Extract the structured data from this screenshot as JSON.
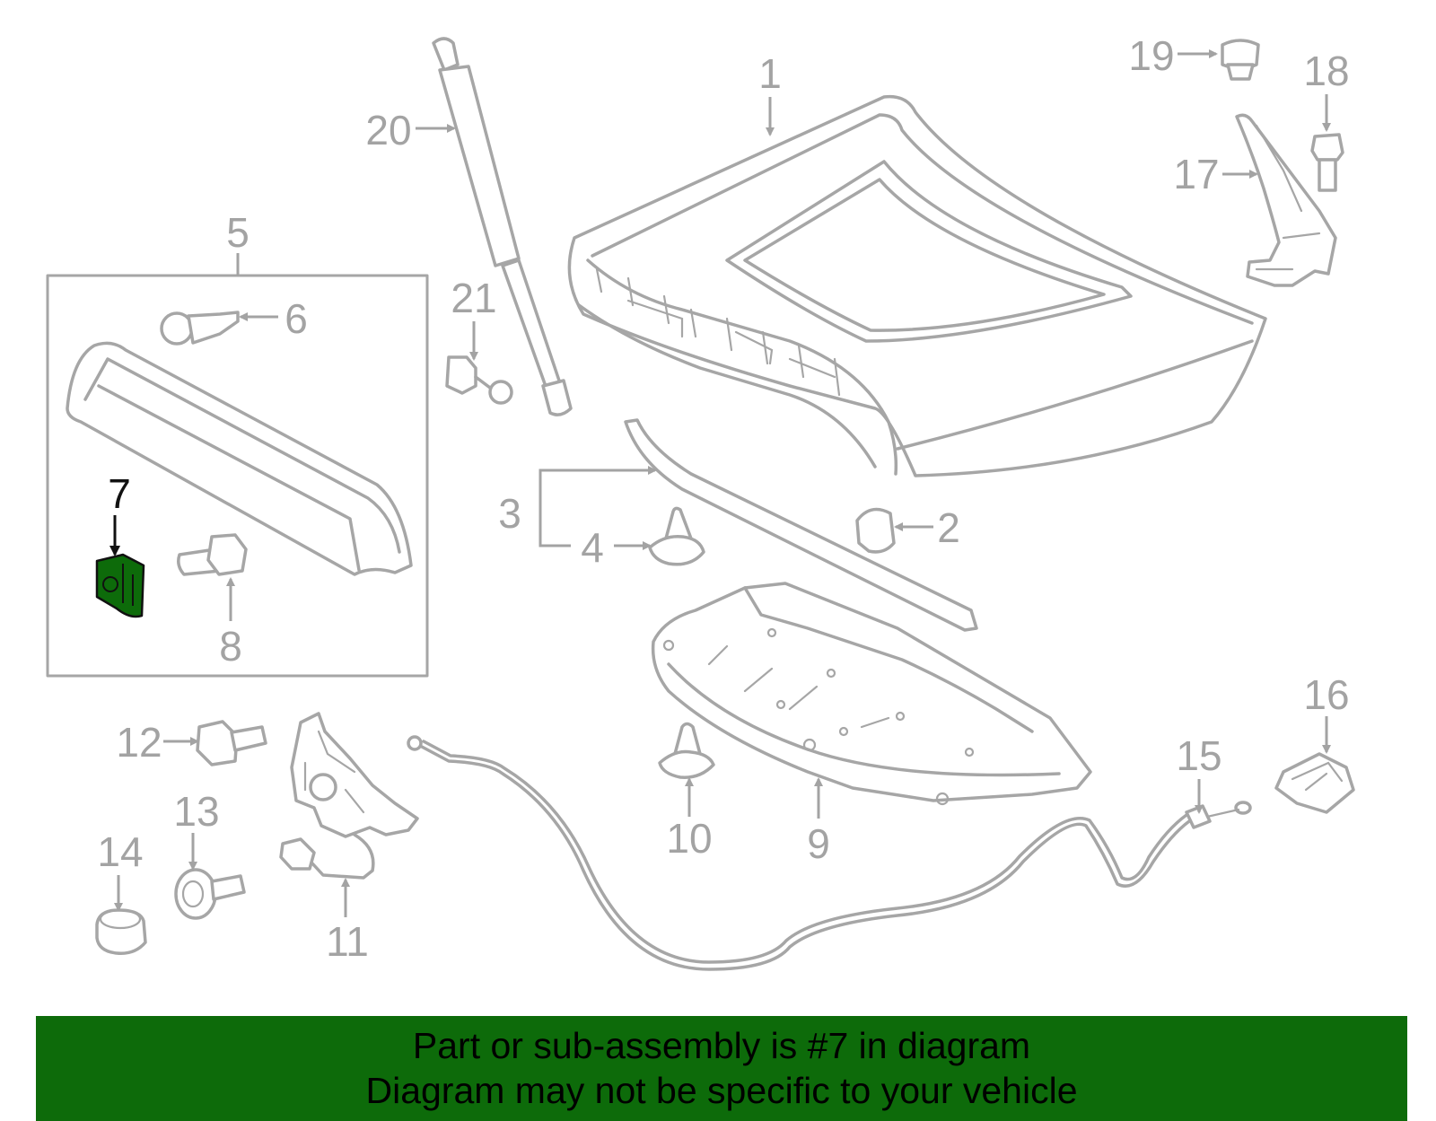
{
  "colors": {
    "banner_bg": "#0d6b0a",
    "highlight_part": "#0d6b0a",
    "line_gray": "#a6a6a6"
  },
  "diagram": {
    "highlighted_callout": "7",
    "callouts": {
      "c1": "1",
      "c2": "2",
      "c3": "3",
      "c4": "4",
      "c5": "5",
      "c6": "6",
      "c7": "7",
      "c8": "8",
      "c9": "9",
      "c10": "10",
      "c11": "11",
      "c12": "12",
      "c13": "13",
      "c14": "14",
      "c15": "15",
      "c16": "16",
      "c17": "17",
      "c18": "18",
      "c19": "19",
      "c20": "20",
      "c21": "21"
    }
  },
  "banner": {
    "line1": "Part or sub-assembly is #7 in diagram",
    "line2": "Diagram may not be specific to your vehicle"
  }
}
